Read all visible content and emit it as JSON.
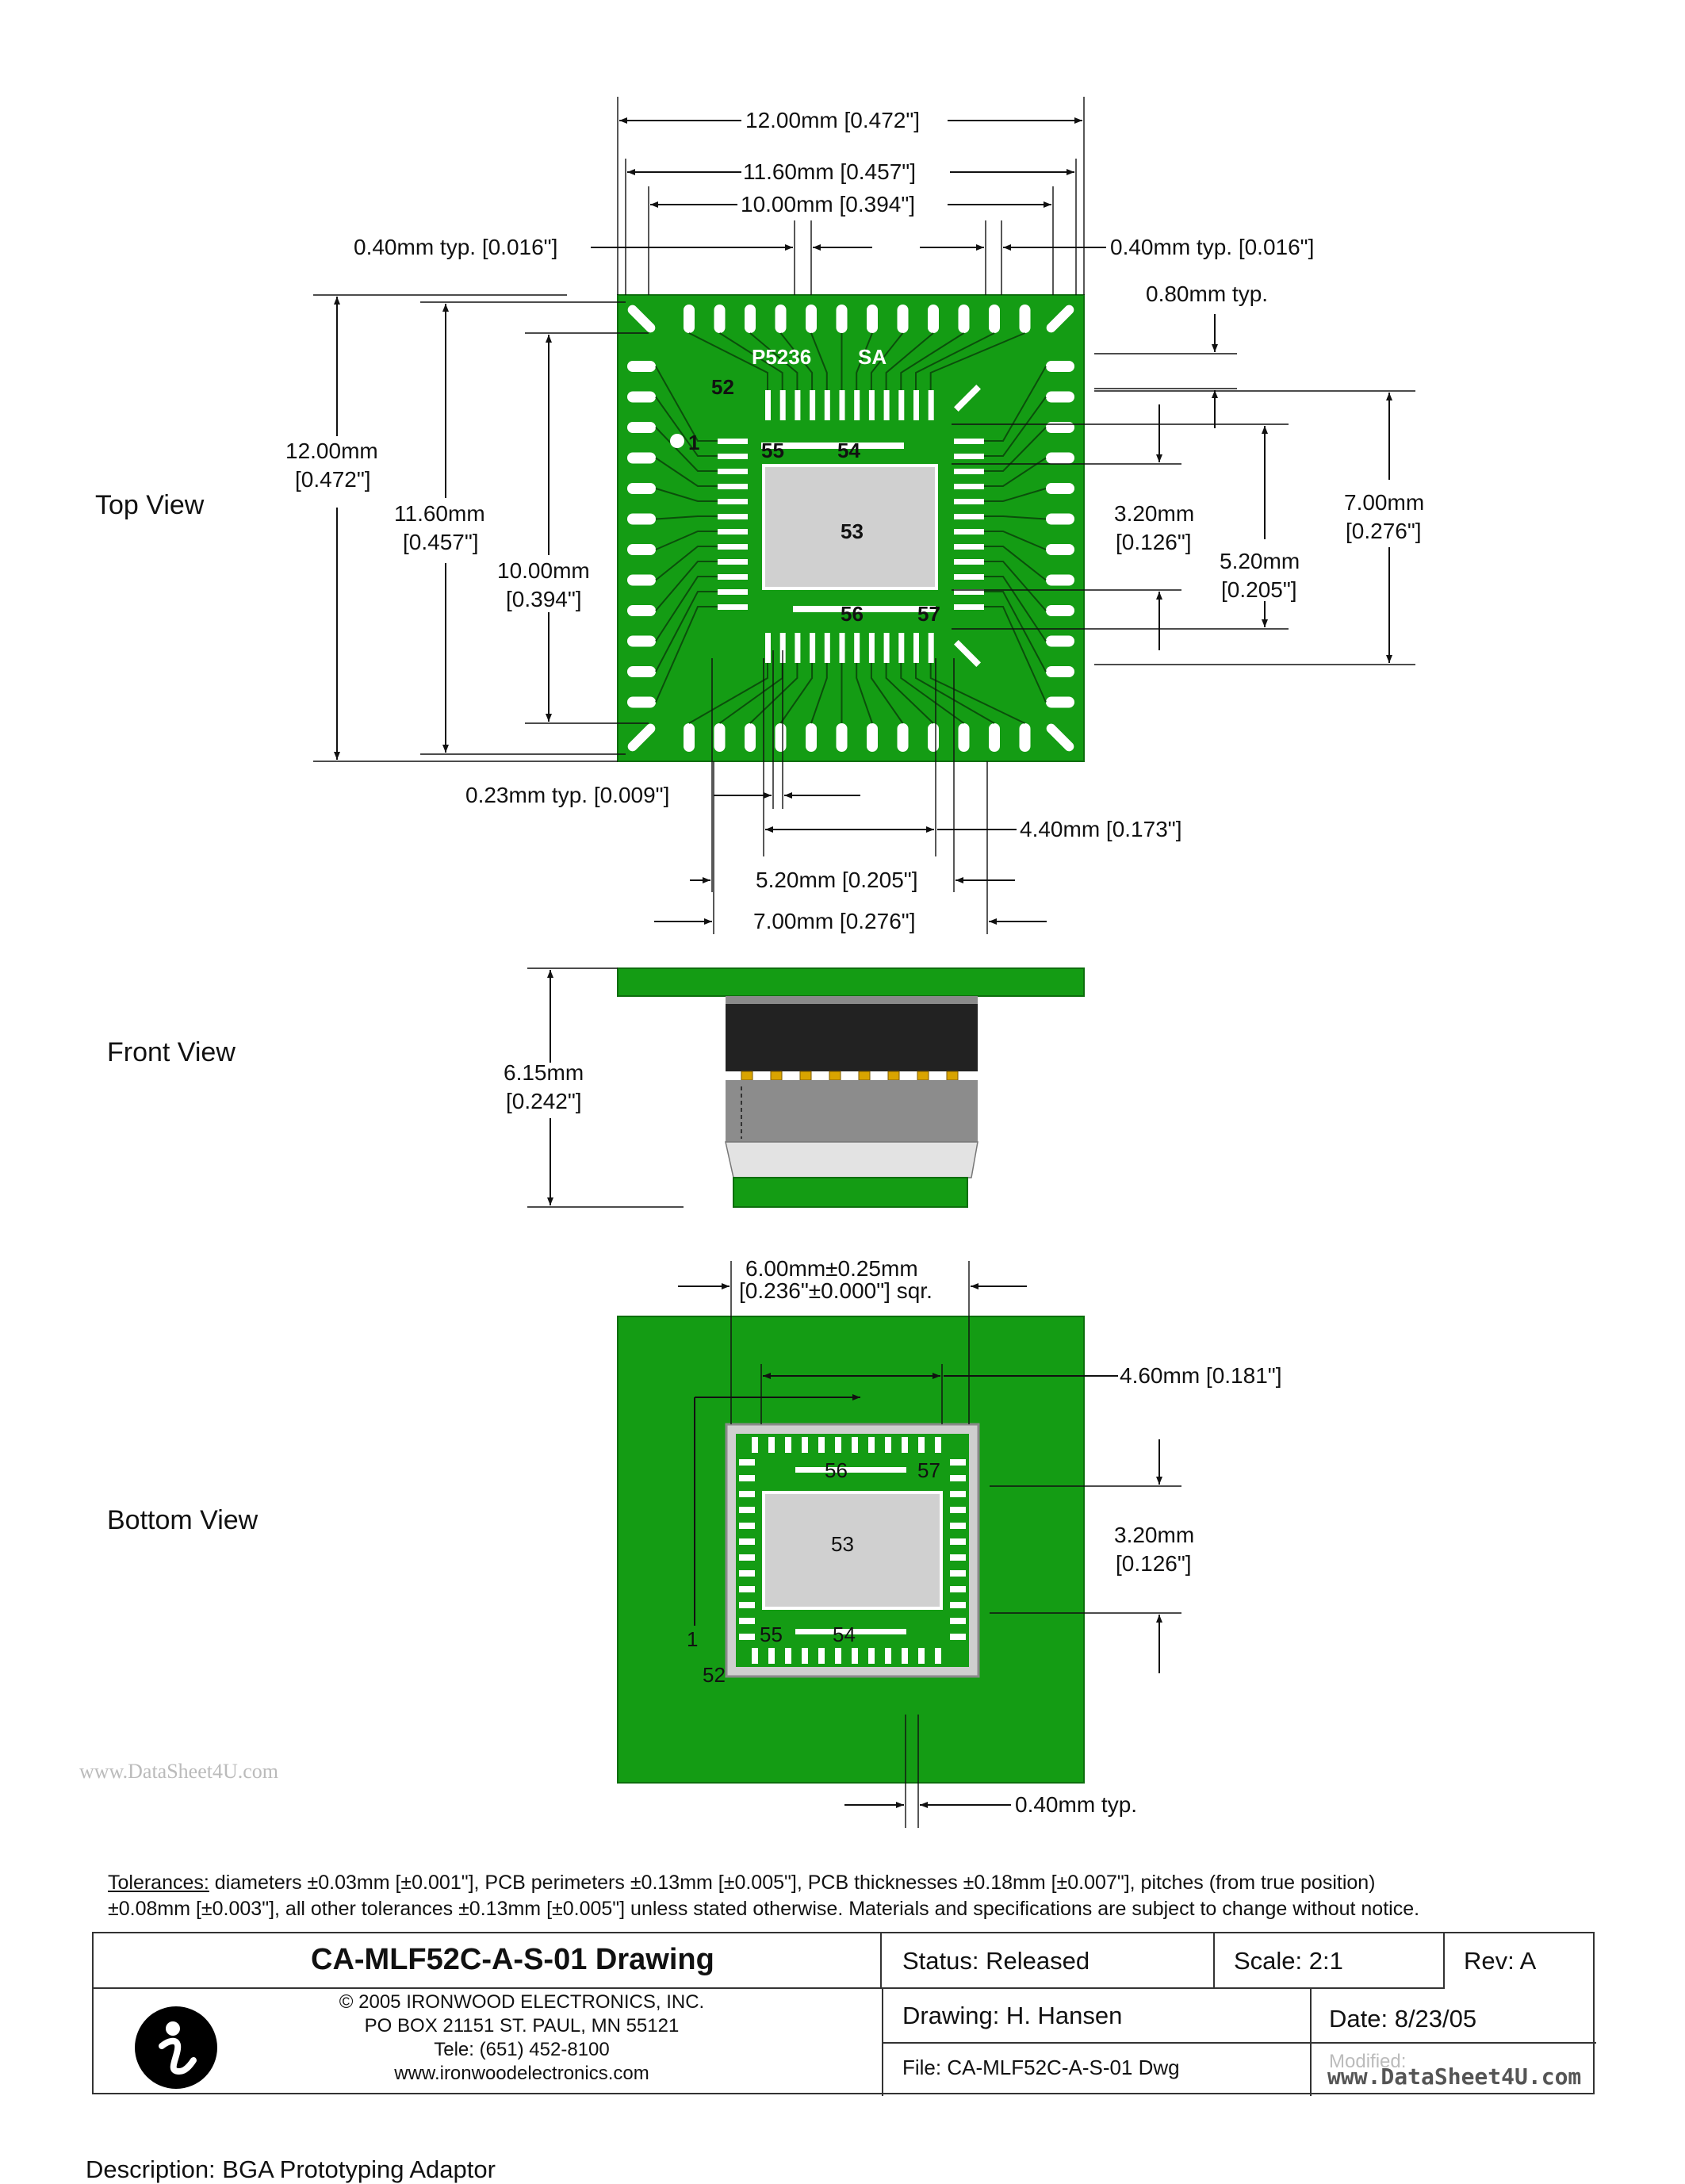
{
  "views": {
    "top": "Top View",
    "front": "Front View",
    "bottom": "Bottom View"
  },
  "top_view": {
    "dim_width_outer": "12.00mm  [0.472\"]",
    "dim_width_body": "11.60mm  [0.457\"]",
    "dim_width_pads": "10.00mm  [0.394\"]",
    "dim_pad_left": "0.40mm typ.  [0.016\"]",
    "dim_pad_right": "0.40mm typ.  [0.016\"]",
    "dim_pitch": "0.80mm typ.",
    "dim_height_outer": "12.00mm",
    "dim_height_outer_in": "[0.472\"]",
    "dim_height_body": "11.60mm",
    "dim_height_body_in": "[0.457\"]",
    "dim_height_pads": "10.00mm",
    "dim_height_pads_in": "[0.394\"]",
    "dim_320": "3.20mm",
    "dim_320_in": "[0.126\"]",
    "dim_520": "5.20mm",
    "dim_520_in": "[0.205\"]",
    "dim_700": "7.00mm",
    "dim_700_in": "[0.276\"]",
    "dim_lead_width": "0.23mm typ.  [0.009\"]",
    "dim_440": "4.40mm  [0.173\"]",
    "dim_520_h": "5.20mm  [0.205\"]",
    "dim_700_h": "7.00mm  [0.276\"]",
    "board_text_1": "P5236",
    "board_text_2": "SA",
    "pin_52": "52",
    "pin_1": "1",
    "pin_55": "55",
    "pin_54": "54",
    "pin_53": "53",
    "pin_56": "56",
    "pin_57": "57"
  },
  "front_view": {
    "dim_height": "6.15mm",
    "dim_height_in": "[0.242\"]"
  },
  "bottom_view": {
    "dim_socket_1": "6.00mm±0.25mm",
    "dim_socket_2": "[0.236\"±0.000\"] sqr.",
    "dim_460": "4.60mm  [0.181\"]",
    "dim_320": "3.20mm",
    "dim_320_in": "[0.126\"]",
    "dim_040": "0.40mm typ.",
    "pin_56": "56",
    "pin_57": "57",
    "pin_53": "53",
    "pin_55": "55",
    "pin_54": "54",
    "pin_1": "1",
    "pin_52": "52"
  },
  "watermark_left": "www.DataSheet4U.com",
  "watermark_right": "www.DataSheet4U.com",
  "tolerances": {
    "heading": "Tolerances:",
    "line1": " diameters ±0.03mm [±0.001\"], PCB perimeters ±0.13mm [±0.005\"], PCB thicknesses ±0.18mm [±0.007\"], pitches (from true position)",
    "line2": "±0.08mm [±0.003\"], all other tolerances ±0.13mm [±0.005\"] unless stated otherwise.  Materials and specifications are subject to change without notice."
  },
  "title_block": {
    "title": "CA-MLF52C-A-S-01 Drawing",
    "status": "Status: Released",
    "scale": "Scale: 2:1",
    "rev": "Rev: A",
    "copyright": "© 2005 IRONWOOD ELECTRONICS, INC.",
    "address": "PO BOX 21151 ST. PAUL, MN  55121",
    "phone": "Tele: (651) 452-8100",
    "web": "www.ironwoodelectronics.com",
    "drawing_by": "Drawing: H. Hansen",
    "date": "Date: 8/23/05",
    "file": "File: CA-MLF52C-A-S-01 Dwg",
    "modified": "Modified:"
  },
  "description": "Description:  BGA Prototyping Adaptor",
  "colors": {
    "pcb_green": "#149c14",
    "pad_white": "#ffffff",
    "die_gray": "#d0d0d0",
    "socket_black": "#222222",
    "gold": "#d9a400"
  }
}
